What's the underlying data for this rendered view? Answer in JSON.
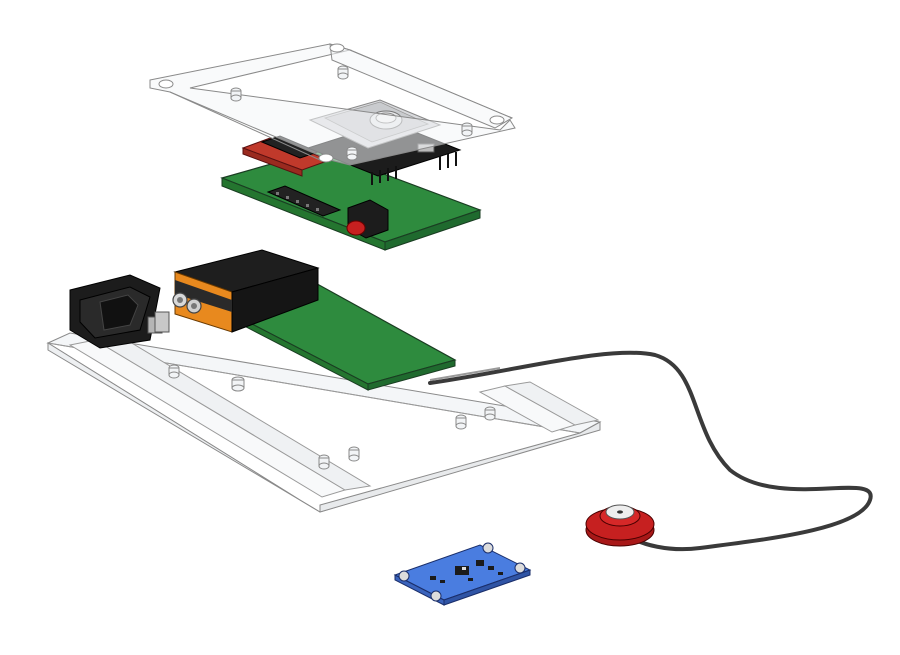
{
  "figure": {
    "type": "exploded-assembly-render",
    "components": [
      {
        "id": "top-frame",
        "icon": "acrylic-frame-icon"
      },
      {
        "id": "microcontroller",
        "icon": "microcontroller-board-icon"
      },
      {
        "id": "red-module",
        "icon": "pcb-module-icon"
      },
      {
        "id": "main-pcb",
        "icon": "pcb-icon"
      },
      {
        "id": "battery",
        "icon": "battery-9v-icon"
      },
      {
        "id": "power-switch",
        "icon": "rocker-switch-icon"
      },
      {
        "id": "carrier-pcb",
        "icon": "pcb-icon"
      },
      {
        "id": "base-plate",
        "icon": "acrylic-plate-icon"
      },
      {
        "id": "cable",
        "icon": "cable-icon"
      },
      {
        "id": "contact-sensor",
        "icon": "round-sensor-icon"
      },
      {
        "id": "sensor-breakout",
        "icon": "breakout-board-icon"
      }
    ],
    "colors": {
      "pcb_green": "#2e8b3e",
      "pcb_red": "#c0392b",
      "battery_orange": "#e8891e",
      "battery_black": "#1e1e1e",
      "acrylic": "#f2f4f6",
      "sensor_red": "#c62020",
      "breakout_blue": "#4a7de0",
      "cable": "#3a3a3a"
    }
  }
}
